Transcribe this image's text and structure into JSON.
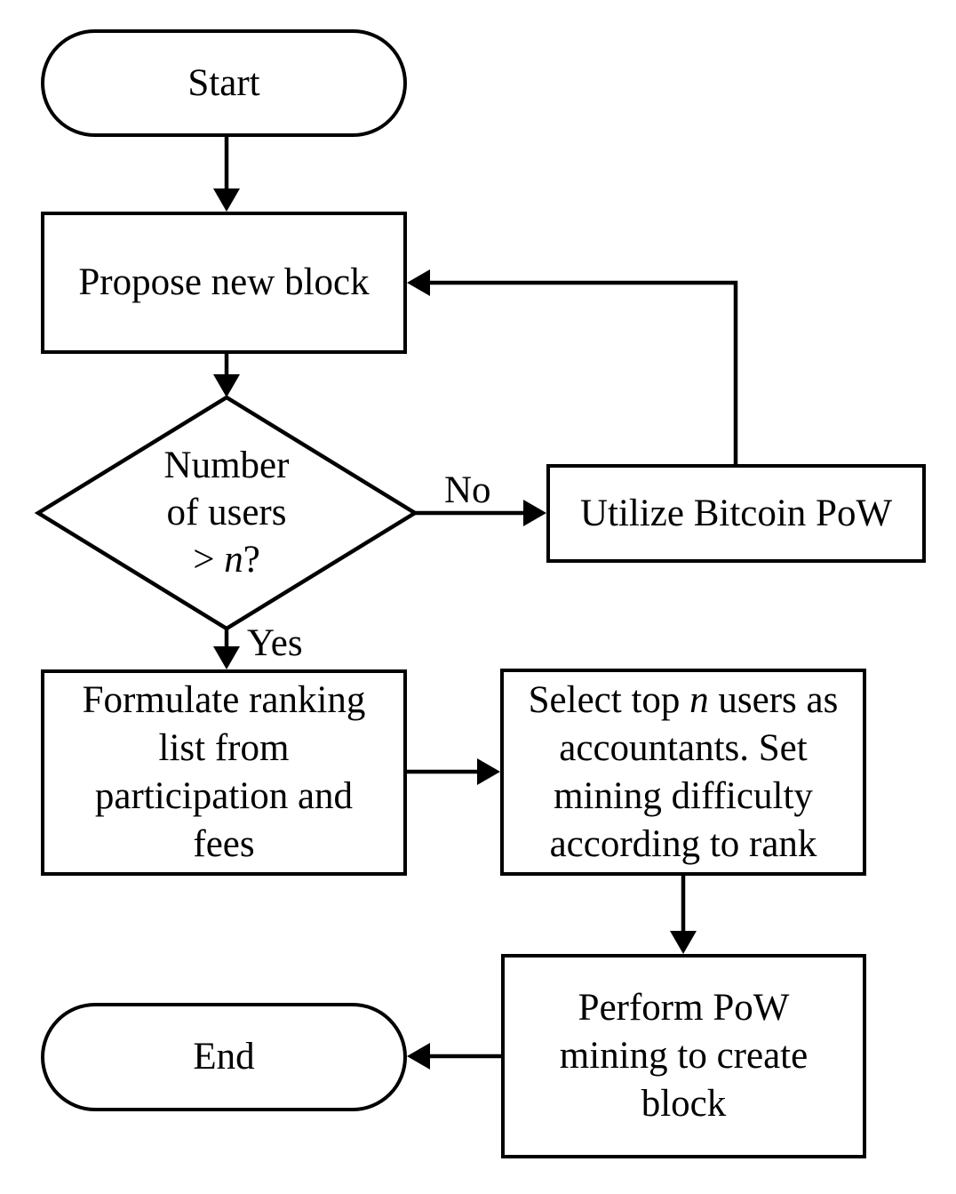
{
  "nodes": {
    "start": {
      "label": "Start"
    },
    "propose": {
      "label": "Propose new block"
    },
    "decision": {
      "lines": [
        "Number",
        "of users"
      ],
      "cond_pre": "> ",
      "cond_var": "n",
      "cond_post": "?"
    },
    "utilize": {
      "label": "Utilize Bitcoin PoW"
    },
    "formulate": {
      "lines": [
        "Formulate ranking",
        "list from",
        "participation and",
        "fees"
      ]
    },
    "select": {
      "line1_pre": "Select top ",
      "line1_var": "n",
      "line1_post": " users as",
      "lines": [
        "accountants. Set",
        "mining difficulty",
        "according to rank"
      ]
    },
    "perform": {
      "lines": [
        "Perform PoW",
        "mining to create",
        "block"
      ]
    },
    "end": {
      "label": "End"
    }
  },
  "edges": {
    "yes_label": "Yes",
    "no_label": "No"
  },
  "colors": {
    "line": "#000000",
    "node_fill": "#ffffff",
    "text": "#000000",
    "background": "#ffffff"
  }
}
